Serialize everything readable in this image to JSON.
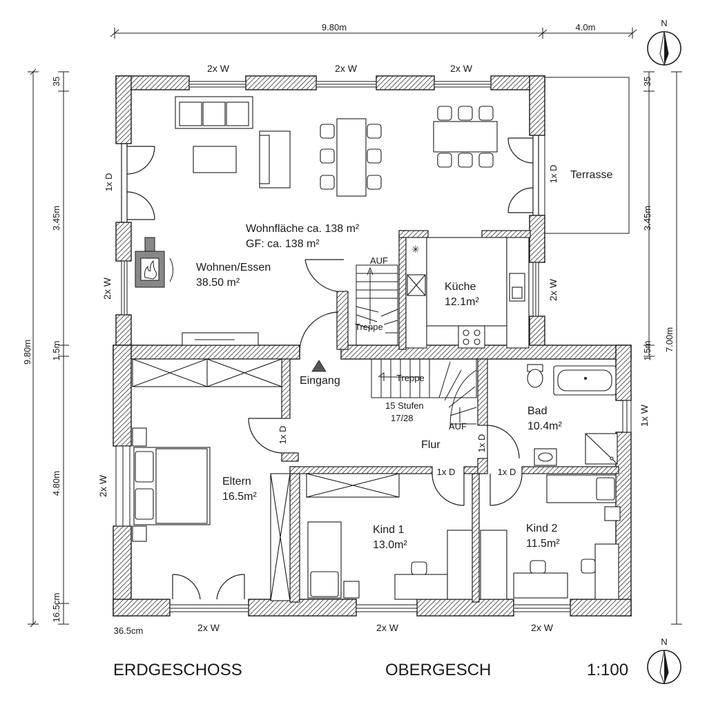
{
  "dimensions": {
    "top_total": "9.80m",
    "top_terrace": "4.0m",
    "left_total": "9.80m",
    "left_upper": "3.45m",
    "left_lower": "4.80m",
    "left_top_small": "35",
    "left_mid_small": "1.5m",
    "left_bottom_small": "16.5cm",
    "bottom_wall": "36.5cm",
    "right_upper": "3.45m",
    "right_total": "7.00m",
    "right_top_small": "35",
    "right_mid_small": "1.5m"
  },
  "windows": {
    "top_left": "2x W",
    "top_mid": "2x W",
    "top_right": "2x W",
    "left_living": "2x W",
    "left_bedroom": "2x W",
    "right_kitchen": "2x W",
    "right_bath": "1x W",
    "bottom_left": "2x W",
    "bottom_mid": "2x W",
    "bottom_right": "2x W"
  },
  "doors": {
    "left_terrace_door": "1x D",
    "right_terrace_door": "1x D",
    "eltern": "1x D",
    "bad": "1x D",
    "kind1": "1x D",
    "kind2": "1x D"
  },
  "rooms": {
    "living": {
      "name": "Wohnen/Essen",
      "area": "38.50 m²"
    },
    "kitchen": {
      "name": "Küche",
      "area": "12.1m²"
    },
    "bath": {
      "name": "Bad",
      "area": "10.4m²"
    },
    "parents": {
      "name": "Eltern",
      "area": "16.5m²"
    },
    "child1": {
      "name": "Kind 1",
      "area": "13.0m²"
    },
    "child2": {
      "name": "Kind 2",
      "area": "11.5m²"
    },
    "hall": {
      "name": "Flur"
    },
    "terrace": {
      "name": "Terrasse"
    },
    "entrance": {
      "name": "Eingang"
    }
  },
  "area_note": {
    "line1": "Wohnfläche ca. 138 m²",
    "line2": "GF: ca. 138 m²"
  },
  "stairs": {
    "upper_label": "Treppe",
    "upper_dir": "AUF",
    "lower_label": "Treppe",
    "lower_dir": "AUF",
    "steps": "15 Stufen",
    "ratio": "17/28"
  },
  "titles": {
    "left": "ERDGESCHOSS",
    "middle": "OBERGESCH",
    "scale": "1:100"
  },
  "compass": {
    "top": "N",
    "bottom": "N"
  },
  "colors": {
    "ink": "#1a1a1a",
    "hatch": "#444444",
    "paper": "#ffffff"
  }
}
